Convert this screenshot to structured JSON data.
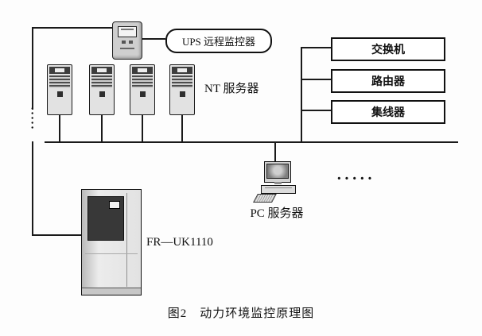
{
  "diagram": {
    "ups_monitor": {
      "label": "UPS 远程监控器"
    },
    "nt_server": {
      "label": "NT 服务器"
    },
    "network_devices": [
      {
        "label": "交换机"
      },
      {
        "label": "路由器"
      },
      {
        "label": "集线器"
      }
    ],
    "ups_unit": {
      "label": "FR—UK1110"
    },
    "pc_server": {
      "label": "PC 服务器"
    },
    "ellipsis_vertical": "·····",
    "ellipsis_horizontal": "·····",
    "caption": "图2　动力环境监控原理图"
  },
  "colors": {
    "line": "#1a1a1a",
    "background": "#ffffff",
    "device_fill": "#e2e2e2",
    "panel_dark": "#383838"
  }
}
